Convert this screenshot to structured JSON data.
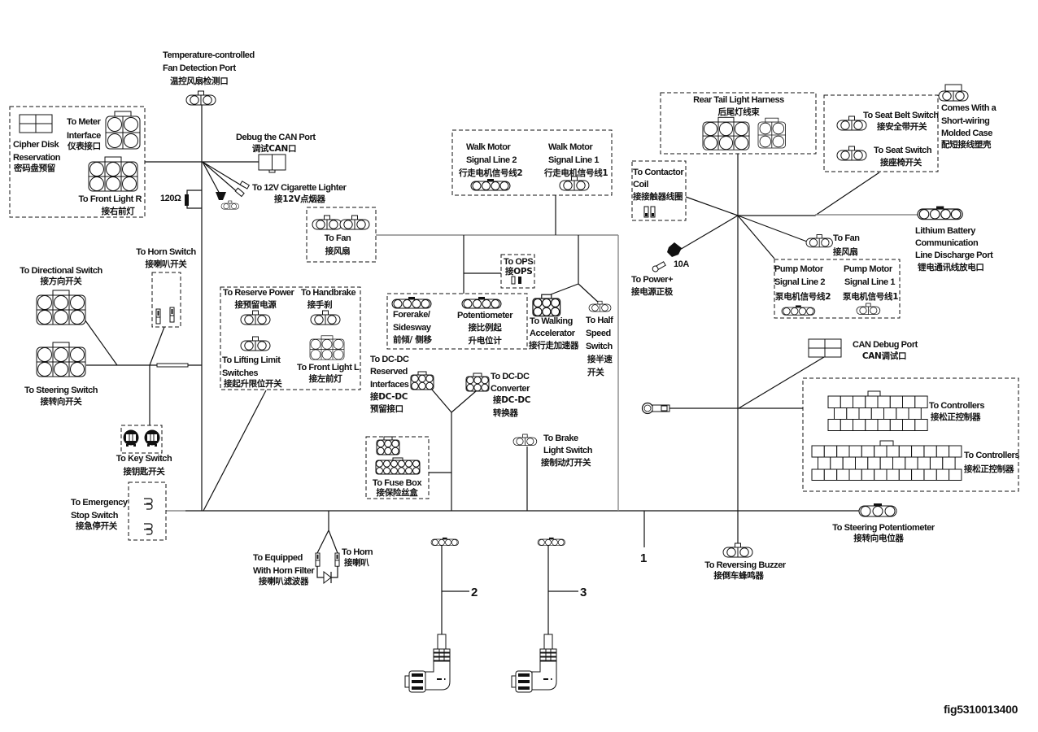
{
  "figure_id": "fig5310013400",
  "resistor_value": "120Ω",
  "fuse_rating": "10A",
  "wire_callouts": [
    "1",
    "2",
    "3"
  ],
  "labels": {
    "temp_fan": {
      "en": [
        "Temperature-controlled",
        "Fan Detection Port"
      ],
      "zh": [
        "温控风扇检测口"
      ]
    },
    "cipher_disk": {
      "en": [
        "Cipher Disk",
        "Reservation"
      ],
      "zh": [
        "密码盘预留"
      ]
    },
    "meter": {
      "en": [
        "To Meter",
        "Interface"
      ],
      "zh": [
        "仪表接口"
      ]
    },
    "front_light_r": {
      "en": [
        "To Front Light R"
      ],
      "zh": [
        "接右前灯"
      ]
    },
    "debug_can": {
      "en": [
        "Debug the CAN Port"
      ],
      "zh": [
        "调试CAN口"
      ]
    },
    "cig_lighter": {
      "en": [
        "To  12V Cigarette Lighter"
      ],
      "zh": [
        "接12V点烟器"
      ]
    },
    "fan_left": {
      "en": [
        "To Fan"
      ],
      "zh": [
        "接风扇"
      ]
    },
    "walk_motor_2": {
      "en": [
        "Walk Motor",
        "Signal Line 2"
      ],
      "zh": [
        "行走电机信号线2"
      ]
    },
    "walk_motor_1": {
      "en": [
        "Walk Motor",
        "Signal Line 1"
      ],
      "zh": [
        "行走电机信号线1"
      ]
    },
    "ops": {
      "en": [
        "To OPS"
      ],
      "zh": [
        "接OPS"
      ]
    },
    "forerake": {
      "en": [
        "Forerake/",
        "Sidesway"
      ],
      "zh": [
        "前倾/ 侧移"
      ]
    },
    "potentiometer": {
      "en": [
        "Potentiometer"
      ],
      "zh": [
        "接比例起",
        "升电位计"
      ]
    },
    "walking_accel": {
      "en": [
        "To Walking",
        "Accelerator"
      ],
      "zh": [
        "接行走加速器"
      ]
    },
    "half_speed": {
      "en": [
        "To Half",
        "Speed",
        "Switch"
      ],
      "zh": [
        "接半速",
        "开关"
      ]
    },
    "reserve_power": {
      "en": [
        "To Reserve Power"
      ],
      "zh": [
        "接预留电源"
      ]
    },
    "handbrake": {
      "en": [
        "To Handbrake"
      ],
      "zh": [
        "接手刹"
      ]
    },
    "lifting_limit": {
      "en": [
        "To Lifting Limit",
        "Switches"
      ],
      "zh": [
        "接起升限位开关"
      ]
    },
    "front_light_l": {
      "en": [
        "To Front Light L"
      ],
      "zh": [
        "接左前灯"
      ]
    },
    "dcdc_reserved": {
      "en": [
        "To DC-DC",
        "Reserved",
        "Interfaces"
      ],
      "zh": [
        "接DC-DC",
        "预留接口"
      ]
    },
    "dcdc_converter": {
      "en": [
        "To DC-DC",
        "Converter"
      ],
      "zh": [
        "接DC-DC",
        "转换器"
      ]
    },
    "fuse_box": {
      "en": [
        "To Fuse Box"
      ],
      "zh": [
        "接保险丝盒"
      ]
    },
    "brake_light": {
      "en": [
        "To Brake",
        "Light Switch"
      ],
      "zh": [
        "接制动灯开关"
      ]
    },
    "directional_switch": {
      "en": [
        "To Directional Switch"
      ],
      "zh": [
        "接方向开关"
      ]
    },
    "horn_switch": {
      "en": [
        "To Horn Switch"
      ],
      "zh": [
        "接喇叭开关"
      ]
    },
    "steering_switch": {
      "en": [
        "To Steering Switch"
      ],
      "zh": [
        "接转向开关"
      ]
    },
    "key_switch": {
      "en": [
        "To Key Switch"
      ],
      "zh": [
        "接钥匙开关"
      ]
    },
    "emergency_stop": {
      "en": [
        "To Emergency",
        "Stop Switch"
      ],
      "zh": [
        "接急停开关"
      ]
    },
    "horn_filter": {
      "en": [
        "To Equipped",
        "With Horn Filter"
      ],
      "zh": [
        "接喇叭滤波器"
      ]
    },
    "horn": {
      "en": [
        "To Horn"
      ],
      "zh": [
        "接喇叭"
      ]
    },
    "rear_tail": {
      "en": [
        "Rear Tail Light Harness"
      ],
      "zh": [
        "后尾灯线束"
      ]
    },
    "seat_belt": {
      "en": [
        "To Seat Belt Switch"
      ],
      "zh": [
        "接安全带开关"
      ]
    },
    "seat_switch": {
      "en": [
        "To Seat Switch"
      ],
      "zh": [
        "接座椅开关"
      ]
    },
    "short_wiring": {
      "en": [
        "Comes With a",
        "Short-wiring",
        "Molded Case"
      ],
      "zh": [
        "配短接线塑壳"
      ]
    },
    "contactor": {
      "en": [
        "To  Contactor",
        "Coil"
      ],
      "zh": [
        "接接触器线圈"
      ]
    },
    "fan_right": {
      "en": [
        "To Fan"
      ],
      "zh": [
        "接风扇"
      ]
    },
    "lithium": {
      "en": [
        "Lithium Battery",
        "Communication",
        "Line Discharge Port"
      ],
      "zh": [
        "锂电通讯线放电口"
      ]
    },
    "power_plus": {
      "en": [
        "To Power+"
      ],
      "zh": [
        "接电源正极"
      ]
    },
    "pump_motor_2": {
      "en": [
        "Pump Motor",
        "Signal Line 2"
      ],
      "zh": [
        "泵电机信号线2"
      ]
    },
    "pump_motor_1": {
      "en": [
        "Pump Motor",
        "Signal Line 1"
      ],
      "zh": [
        "泵电机信号线1"
      ]
    },
    "can_debug": {
      "en": [
        "CAN Debug Port"
      ],
      "zh": [
        "CAN调试口"
      ]
    },
    "controllers_1": {
      "en": [
        "To Controllers"
      ],
      "zh": [
        "接松正控制器"
      ]
    },
    "controllers_2": {
      "en": [
        "To Controllers"
      ],
      "zh": [
        "接松正控制器"
      ]
    },
    "steering_pot": {
      "en": [
        "To Steering Potentiometer"
      ],
      "zh": [
        "接转向电位器"
      ]
    },
    "reversing_buzzer": {
      "en": [
        "To Reversing Buzzer"
      ],
      "zh": [
        "接倒车蜂鸣器"
      ]
    }
  }
}
